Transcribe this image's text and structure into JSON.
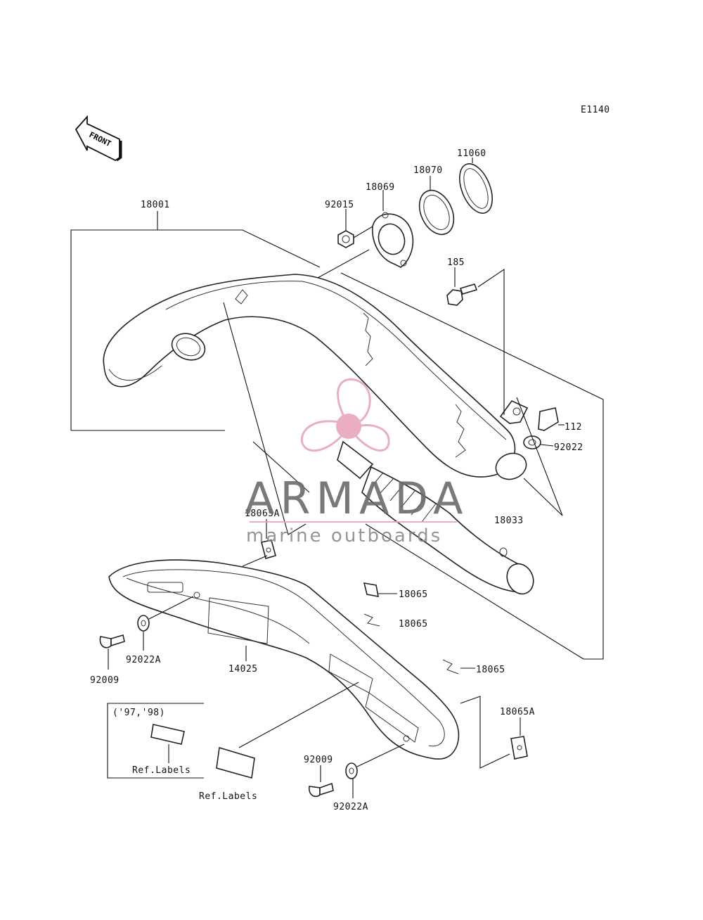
{
  "diagram_code": "E1140",
  "front_label": "FRONT",
  "parts": {
    "p18001": "18001",
    "p92015": "92015",
    "p18069": "18069",
    "p18070": "18070",
    "p11060": "11060",
    "p185": "185",
    "p112": "112",
    "p92022": "92022",
    "p18033": "18033",
    "p18065A_top": "18065A",
    "p18065_a": "18065",
    "p18065_b": "18065",
    "p18065_c": "18065",
    "p18065A_bottom": "18065A",
    "p14025": "14025",
    "p92022A_left": "92022A",
    "p92009_left": "92009",
    "p92009_bottom": "92009",
    "p92022A_bottom": "92022A"
  },
  "inset": {
    "years": "('97,'98)",
    "ref_labels": "Ref.Labels"
  },
  "ref_labels_bottom": "Ref.Labels",
  "watermark": {
    "brand": "ARMADA",
    "tagline": "marine outboards",
    "color_pink": "#e8a6bd",
    "color_gray": "#6b6b6b"
  }
}
